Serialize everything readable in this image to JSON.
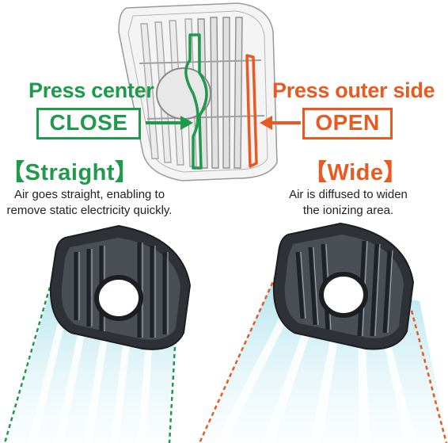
{
  "left": {
    "instruction": "Press center",
    "action": "CLOSE",
    "mode": "【Straight】",
    "description_line1": "Air goes straight, enabling to",
    "description_line2": "remove static electricity quickly."
  },
  "right": {
    "instruction": "Press outer side",
    "action": "OPEN",
    "mode": "【Wide】",
    "description_line1": "Air is diffused to widen",
    "description_line2": "the ionizing area."
  },
  "colors": {
    "green": "#1f9a4d",
    "orange": "#e85a21",
    "airflow": "#7fd3e3",
    "louver_dark": "#3a3d42"
  }
}
